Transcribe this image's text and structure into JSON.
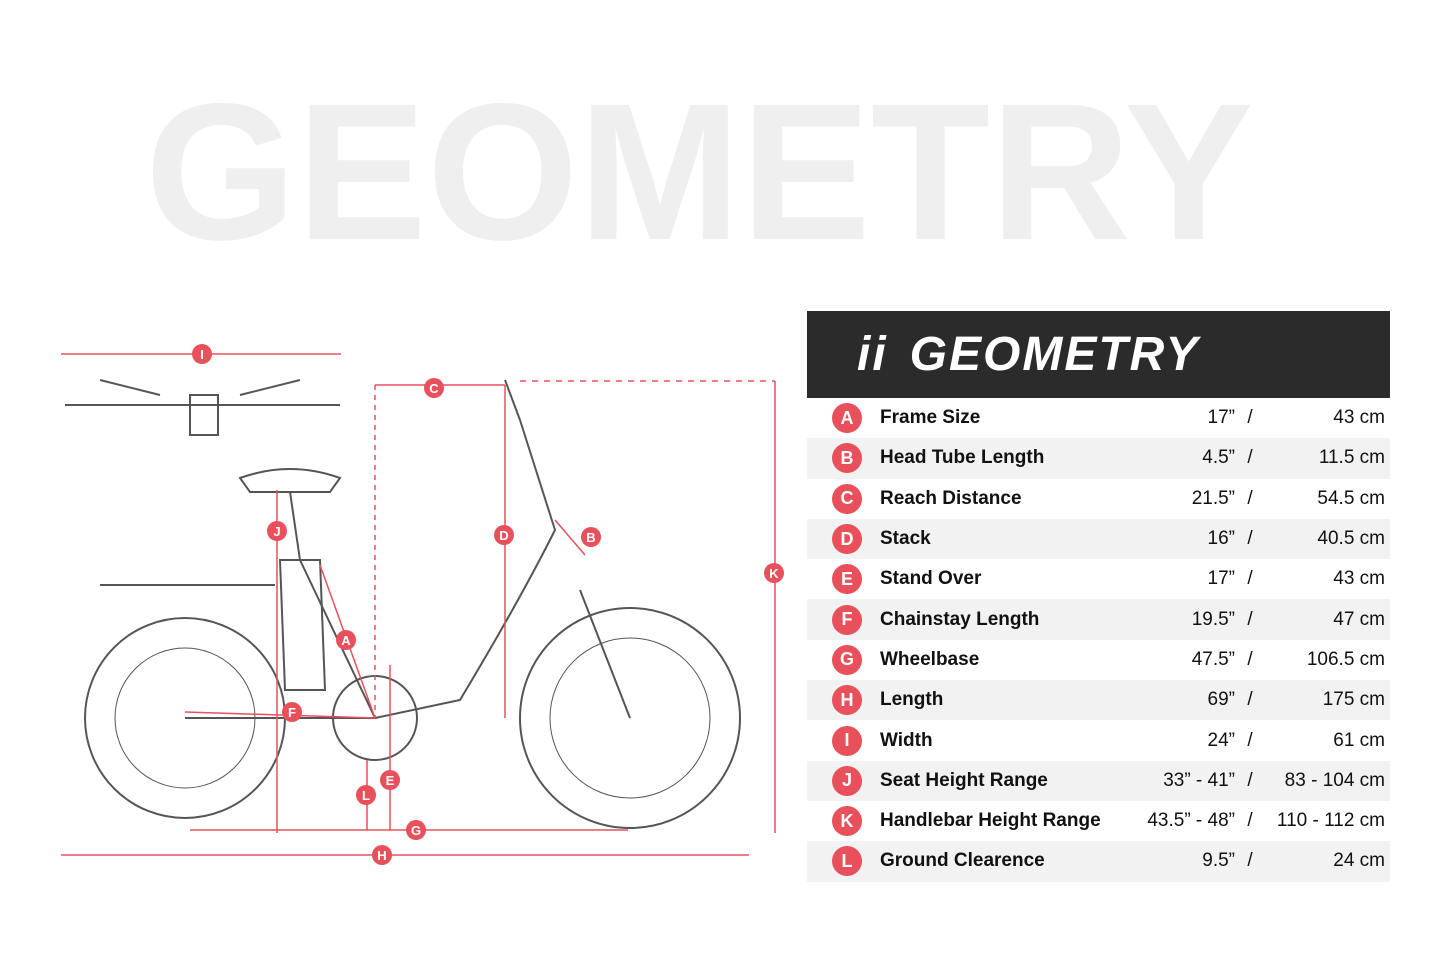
{
  "background_title": "GEOMETRY",
  "header": {
    "logo": "ii",
    "title": "GEOMETRY"
  },
  "accent_color": "#e8505b",
  "rows": [
    {
      "letter": "A",
      "label": "Frame Size",
      "imperial": "17”",
      "metric": "43 cm"
    },
    {
      "letter": "B",
      "label": "Head Tube Length",
      "imperial": "4.5”",
      "metric": "11.5 cm"
    },
    {
      "letter": "C",
      "label": "Reach Distance",
      "imperial": "21.5”",
      "metric": "54.5 cm"
    },
    {
      "letter": "D",
      "label": "Stack",
      "imperial": "16”",
      "metric": "40.5 cm"
    },
    {
      "letter": "E",
      "label": "Stand Over",
      "imperial": "17”",
      "metric": "43 cm"
    },
    {
      "letter": "F",
      "label": "Chainstay Length",
      "imperial": "19.5”",
      "metric": "47 cm"
    },
    {
      "letter": "G",
      "label": "Wheelbase",
      "imperial": "47.5”",
      "metric": "106.5 cm"
    },
    {
      "letter": "H",
      "label": "Length",
      "imperial": "69”",
      "metric": "175 cm"
    },
    {
      "letter": "I",
      "label": "Width",
      "imperial": "24”",
      "metric": "61 cm"
    },
    {
      "letter": "J",
      "label": "Seat Height Range",
      "imperial": "33” -  41”",
      "metric": "83 - 104 cm"
    },
    {
      "letter": "K",
      "label": "Handlebar Height Range",
      "imperial": "43.5” - 48”",
      "metric": "110 - 112 cm"
    },
    {
      "letter": "L",
      "label": "Ground Clearence",
      "imperial": "9.5”",
      "metric": "24 cm"
    }
  ],
  "separator": "/",
  "diagram_markers": [
    "I",
    "C",
    "J",
    "D",
    "B",
    "K",
    "A",
    "F",
    "E",
    "L",
    "G",
    "H"
  ]
}
